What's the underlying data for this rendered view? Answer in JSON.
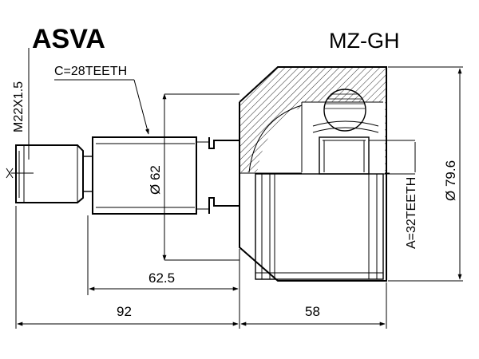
{
  "header": {
    "brand": "ASVA",
    "part_number": "MZ-GH"
  },
  "labels": {
    "thread": "M22X1.5",
    "spline_c": "C=28TEETH",
    "spline_a": "A=32TEETH",
    "diameter_shaft": "Ø 62",
    "diameter_body": "Ø 79.6"
  },
  "dimensions": {
    "shaft_length": "62.5",
    "total_left": "92",
    "body_length": "58"
  }
}
